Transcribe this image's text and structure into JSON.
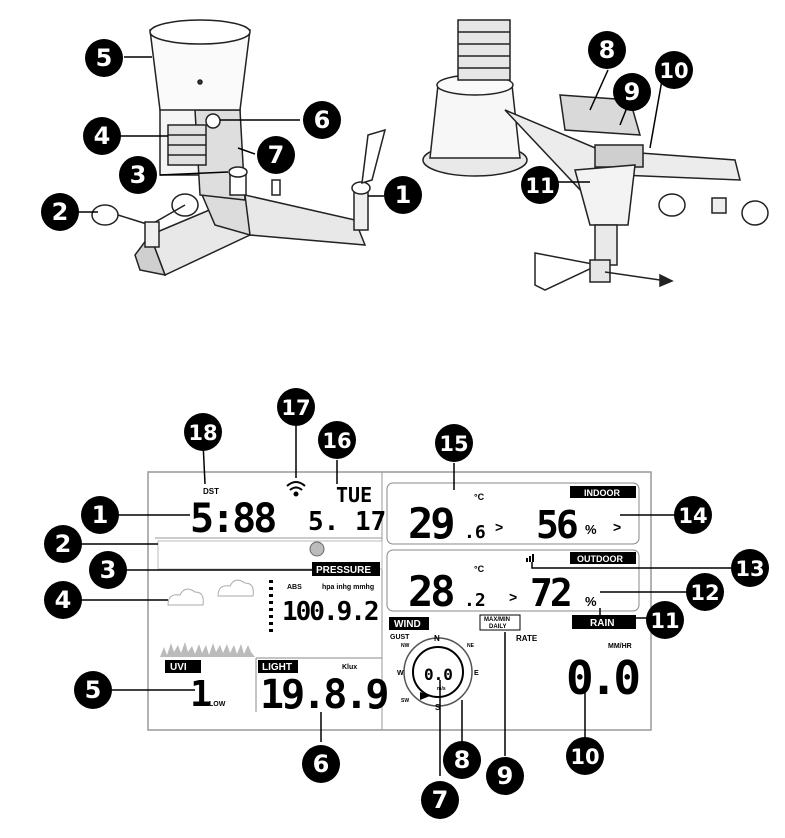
{
  "callouts_sensor_front": [
    "1",
    "2",
    "3",
    "4",
    "5",
    "6",
    "7"
  ],
  "callouts_sensor_back": [
    "8",
    "9",
    "10",
    "11"
  ],
  "callouts_console": [
    "1",
    "2",
    "3",
    "4",
    "5",
    "6",
    "7",
    "8",
    "9",
    "10",
    "11",
    "12",
    "13",
    "14",
    "15",
    "16",
    "17",
    "18"
  ],
  "console": {
    "dst": "DST",
    "time": "5:88",
    "day": "TUE",
    "date": "5. 17",
    "pressure_label": "PRESSURE",
    "pressure_abs": "ABS",
    "pressure_units": "hpa inhg mmhg",
    "pressure_value": "100.9.2",
    "uvi_label": "UVI",
    "uvi_value": "1",
    "uvi_level": "LOW",
    "light_label": "LIGHT",
    "light_unit": "Klux",
    "light_value": "19.8.9",
    "indoor_label": "INDOOR",
    "indoor_temp_main": "29",
    "indoor_temp_dec": ".6",
    "indoor_temp_unit": "°C",
    "indoor_hum": "56",
    "indoor_hum_unit": "%",
    "outdoor_label": "OUTDOOR",
    "outdoor_temp_main": "28",
    "outdoor_temp_dec": ".2",
    "outdoor_temp_unit": "°C",
    "outdoor_hum": "72",
    "outdoor_hum_unit": "%",
    "wind_label": "WIND",
    "gust_label": "GUST",
    "wind_value": "0.0",
    "wind_unit": "m/s",
    "compass_n": "N",
    "compass_s": "S",
    "compass_e": "E",
    "compass_w": "W",
    "compass_ne": "NE",
    "compass_nw": "NW",
    "compass_sw": "SW",
    "maxmin_line1": "MAX/MIN",
    "maxmin_line2": "DAILY",
    "rate_label": "RATE",
    "rain_label": "RAIN",
    "rain_unit": "MM/HR",
    "rain_value": "0.0",
    "arrow": ">"
  },
  "icons": [
    "wifi-icon",
    "moon-icon",
    "cloud-icon",
    "wind-direction-pointer-icon",
    "signal-icon"
  ]
}
